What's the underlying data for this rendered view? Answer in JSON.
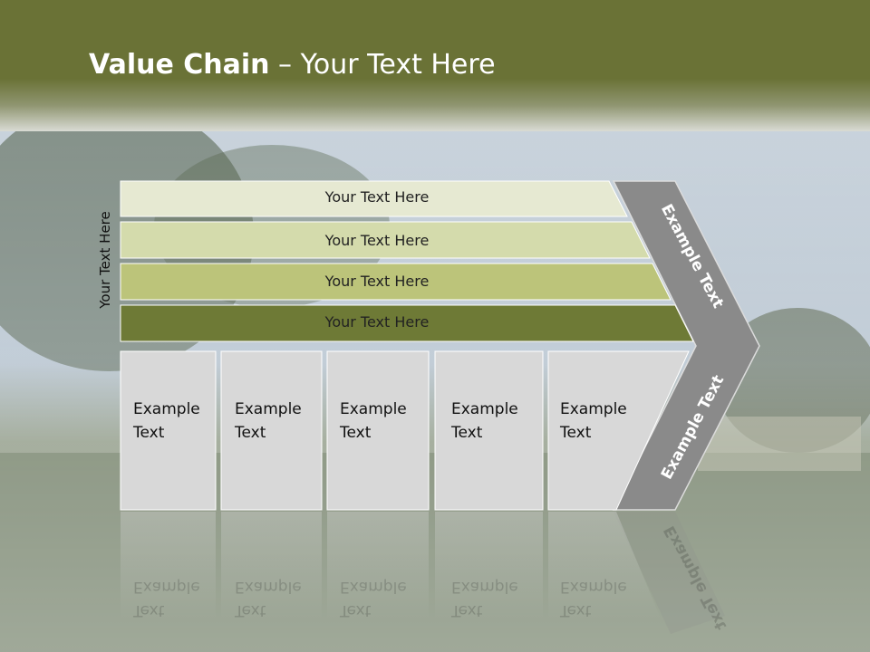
{
  "slide": {
    "title_bold": "Value Chain",
    "title_rest": " – Your Text Here",
    "side_label": "Your Text Here"
  },
  "rows": [
    {
      "label": "Your Text Here",
      "color": "#e6e9d2"
    },
    {
      "label": "Your Text Here",
      "color": "#d4dbac"
    },
    {
      "label": "Your Text Here",
      "color": "#bcc47a"
    },
    {
      "label": "Your Text Here",
      "color": "#6e7a36"
    }
  ],
  "boxes": [
    {
      "line1": "Example",
      "line2": "Text"
    },
    {
      "line1": "Example",
      "line2": "Text"
    },
    {
      "line1": "Example",
      "line2": "Text"
    },
    {
      "line1": "Example",
      "line2": "Text"
    },
    {
      "line1": "Example",
      "line2": "Text"
    }
  ],
  "arrow": {
    "upper_label": "Example Text",
    "lower_label": "Example Text",
    "color": "#8a8a8a"
  },
  "colors": {
    "title_bar": "#6a7236",
    "box_fill": "#d8d8d8"
  }
}
